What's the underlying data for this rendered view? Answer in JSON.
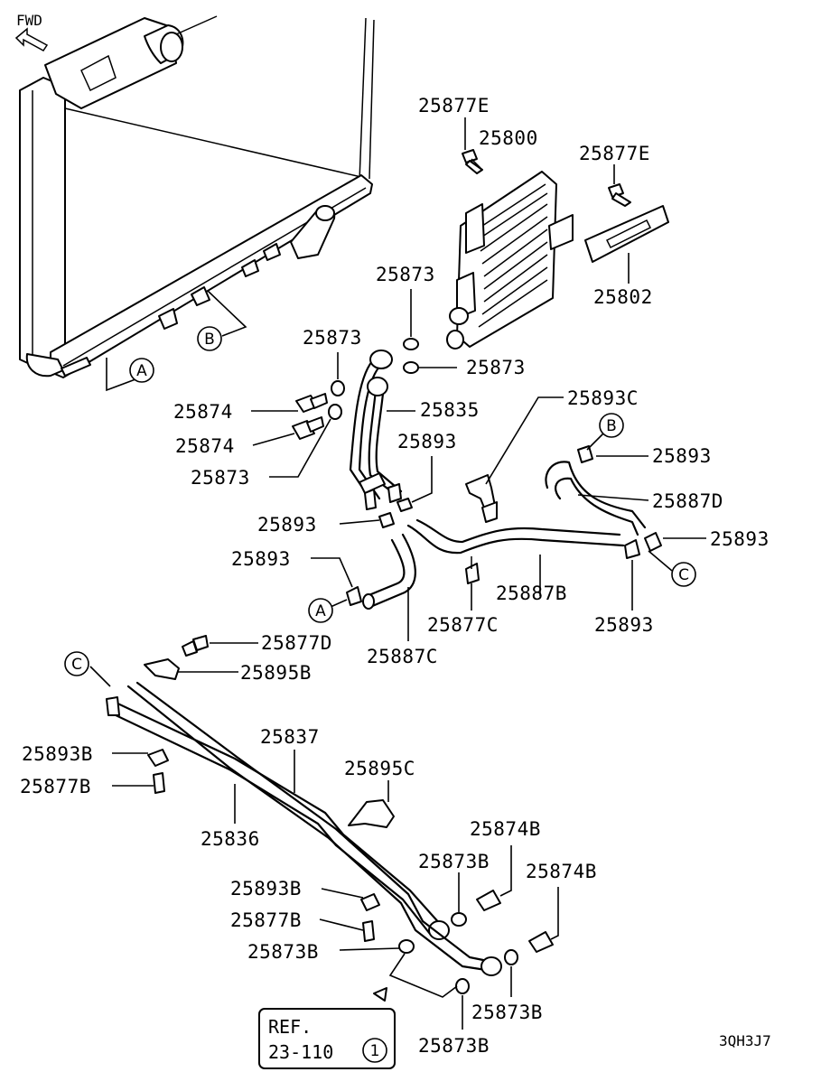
{
  "diagram_code": "3QH3J7",
  "fwd_label": "FWD",
  "ref_box": {
    "line1": "REF.",
    "line2": "23-110",
    "circled": "1"
  },
  "callouts": {
    "a1": "A",
    "a2": "A",
    "b1": "B",
    "b2": "B",
    "c1": "C",
    "c2": "C"
  },
  "labels": {
    "p25877E_1": "25877E",
    "p25800": "25800",
    "p25877E_2": "25877E",
    "p25802": "25802",
    "p25873_1": "25873",
    "p25873_2": "25873",
    "p25873_3": "25873",
    "p25873_4": "25873",
    "p25874_1": "25874",
    "p25874_2": "25874",
    "p25835": "25835",
    "p25893C": "25893C",
    "p25893_1": "25893",
    "p25893_2": "25893",
    "p25893_3": "25893",
    "p25893_4": "25893",
    "p25893_5": "25893",
    "p25893_6": "25893",
    "p25887D": "25887D",
    "p25887B": "25887B",
    "p25887C": "25887C",
    "p25877C": "25877C",
    "p25877D": "25877D",
    "p25895B": "25895B",
    "p25837": "25837",
    "p25893B_1": "25893B",
    "p25877B_1": "25877B",
    "p25895C": "25895C",
    "p25836": "25836",
    "p25874B_1": "25874B",
    "p25874B_2": "25874B",
    "p25873B_1": "25873B",
    "p25893B_2": "25893B",
    "p25877B_2": "25877B",
    "p25873B_2": "25873B",
    "p25873B_3": "25873B",
    "p25873B_4": "25873B"
  }
}
